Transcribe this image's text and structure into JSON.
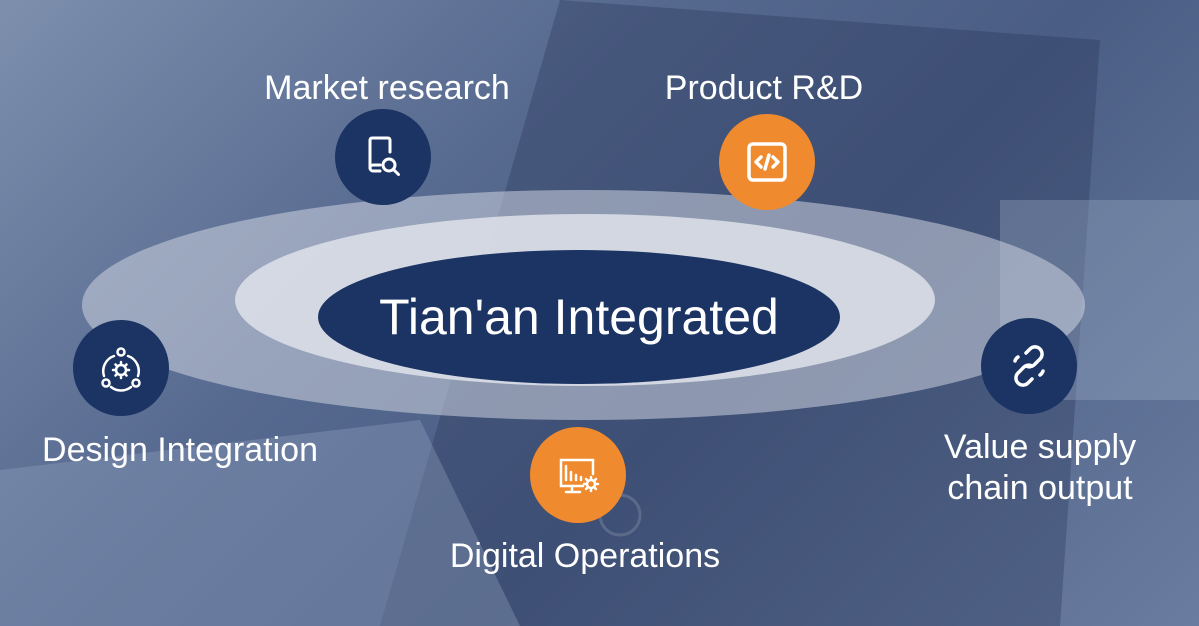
{
  "center_title": "Tian'an Integrated",
  "colors": {
    "navy": "#1b3463",
    "orange": "#ef8a2e"
  },
  "nodes": [
    {
      "label": "Market research",
      "icon": "book-search-icon"
    },
    {
      "label": "Product R&D",
      "icon": "code-icon"
    },
    {
      "label": "Design Integration",
      "icon": "gear-network-icon"
    },
    {
      "label_line1": "Value supply",
      "label_line2": "chain output",
      "icon": "link-icon"
    },
    {
      "label": "Digital Operations",
      "icon": "monitor-chart-gear-icon"
    }
  ]
}
